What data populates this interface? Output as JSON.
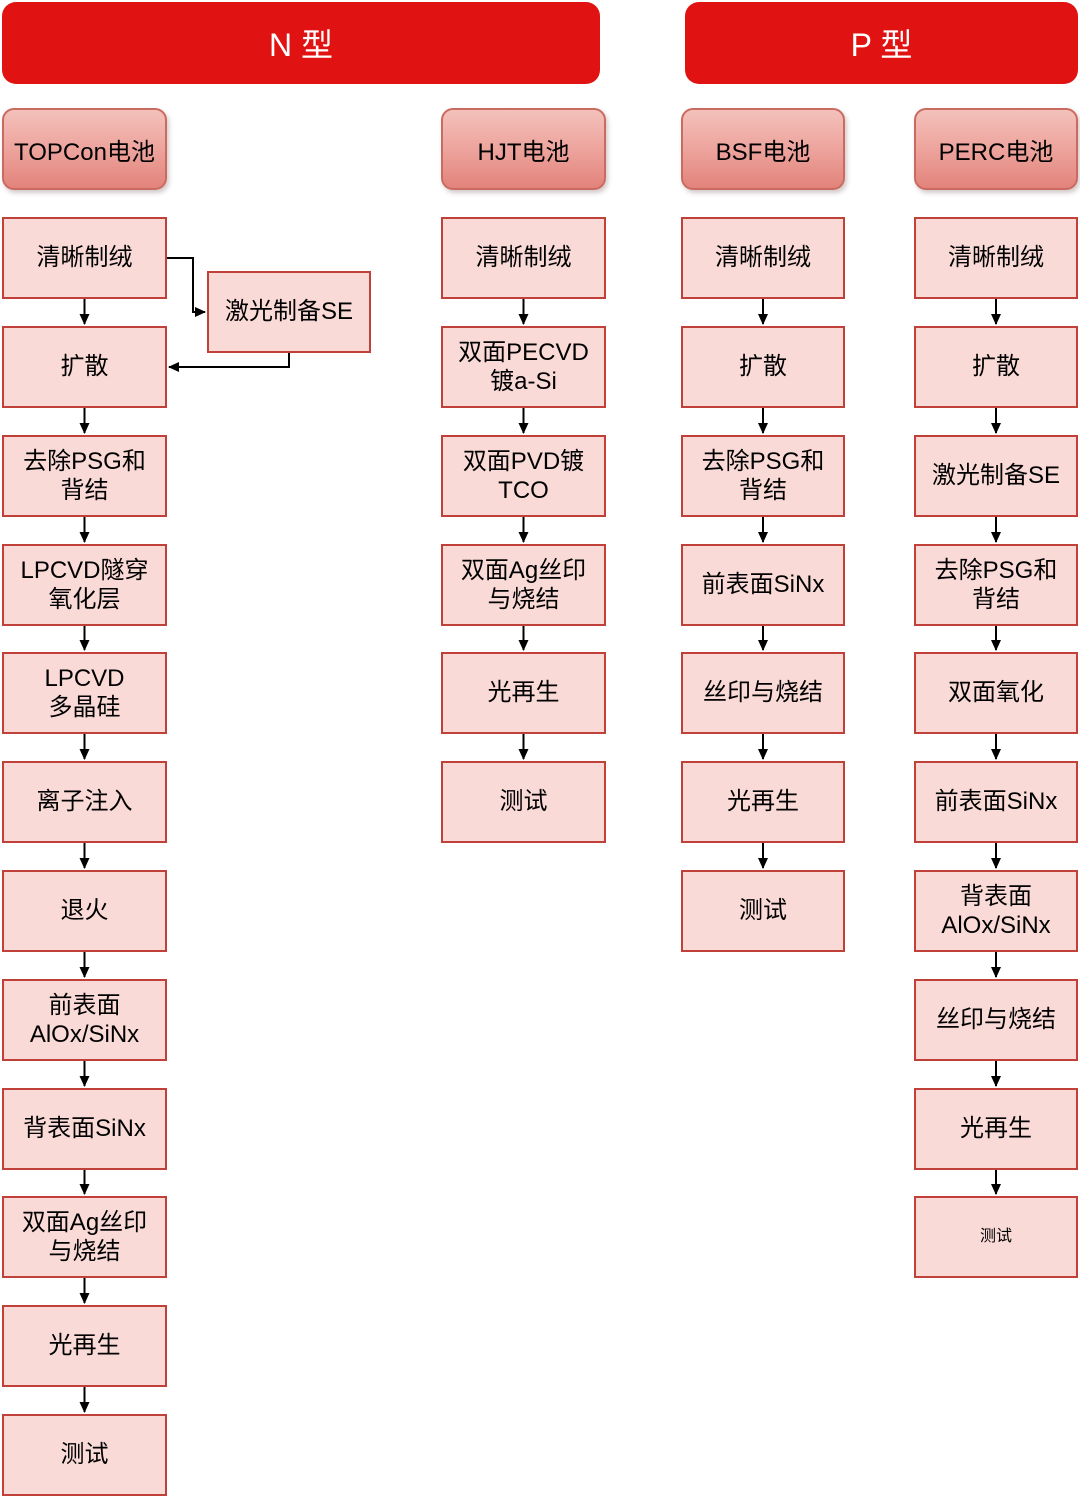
{
  "banners": {
    "n": "N 型",
    "p": "P 型"
  },
  "columns": {
    "topcon": {
      "title": "TOPCon电池",
      "steps": [
        "清晰制绒",
        "扩散",
        "去除PSG和\n背结",
        "LPCVD隧穿\n氧化层",
        "LPCVD\n多晶硅",
        "离子注入",
        "退火",
        "前表面\nAlOx/SiNx",
        "背表面SiNx",
        "双面Ag丝印\n与烧结",
        "光再生",
        "测试"
      ],
      "branch": "激光制备SE"
    },
    "hjt": {
      "title": "HJT电池",
      "steps": [
        "清晰制绒",
        "双面PECVD\n镀a-Si",
        "双面PVD镀\nTCO",
        "双面Ag丝印\n与烧结",
        "光再生",
        "测试"
      ]
    },
    "bsf": {
      "title": "BSF电池",
      "steps": [
        "清晰制绒",
        "扩散",
        "去除PSG和\n背结",
        "前表面SiNx",
        "丝印与烧结",
        "光再生",
        "测试"
      ]
    },
    "perc": {
      "title": "PERC电池",
      "steps": [
        "清晰制绒",
        "扩散",
        "激光制备SE",
        "去除PSG和\n背结",
        "双面氧化",
        "前表面SiNx",
        "背表面\nAlOx/SiNx",
        "丝印与烧结",
        "光再生",
        "测试"
      ]
    }
  },
  "colors": {
    "banner_red": "#e11212",
    "step_fill": "#f9dad7",
    "step_border": "#c0413a",
    "celltype_gradient_top": "#f4c1bb",
    "celltype_gradient_bottom": "#e2837b",
    "celltype_border": "#ca6a61",
    "arrow": "#000000",
    "text": "#000000"
  }
}
